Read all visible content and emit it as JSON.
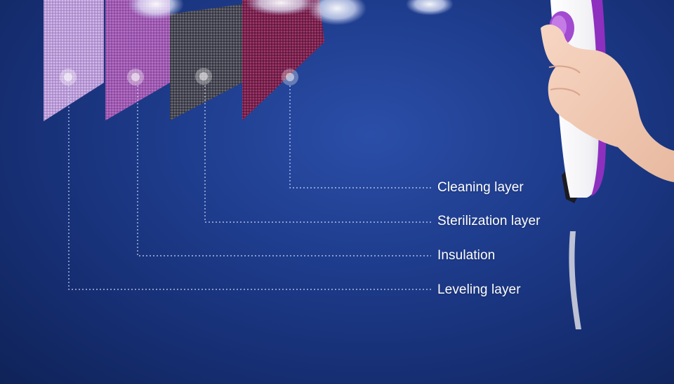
{
  "layers": [
    {
      "label": "Cleaning layer"
    },
    {
      "label": "Sterilization layer"
    },
    {
      "label": "Insulation"
    },
    {
      "label": "Leveling layer"
    }
  ],
  "colors": {
    "background": "#1e3c8c",
    "leader_line": "#c9d6f5",
    "label_text": "#ffffff",
    "steamer_accent": "#8e2fbf"
  }
}
